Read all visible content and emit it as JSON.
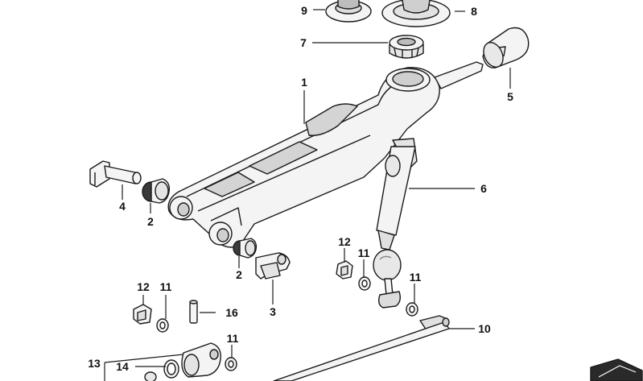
{
  "diagram": {
    "part_numbers": {
      "p1": "1",
      "p2a": "2",
      "p2b": "2",
      "p3": "3",
      "p4": "4",
      "p5": "5",
      "p6": "6",
      "p7": "7",
      "p8": "8",
      "p9": "9",
      "p10": "10",
      "p11a": "11",
      "p11b": "11",
      "p11c": "11",
      "p11d": "11",
      "p12a": "12",
      "p12b": "12",
      "p13": "13",
      "p14": "14",
      "p16": "16"
    },
    "colors": {
      "line": "#1a1a1a",
      "part_fill": "#f4f4f4",
      "shade": "#c9c9c9",
      "dark": "#3a3a3a"
    }
  }
}
